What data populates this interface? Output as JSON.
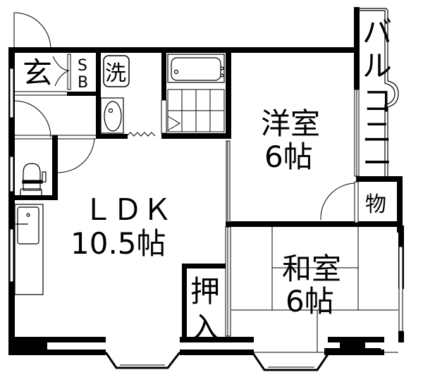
{
  "floor_plan": {
    "rooms": {
      "genkan": {
        "label": "玄"
      },
      "shoe_box": {
        "label_top": "S",
        "label_bottom": "B"
      },
      "washer": {
        "label": "洗"
      },
      "western_room": {
        "name": "洋室",
        "size": "6帖"
      },
      "balcony": {
        "chars": [
          "バ",
          "ル",
          "コ",
          "ニ",
          "ー"
        ]
      },
      "storage": {
        "label": "物"
      },
      "ldk": {
        "name": "ＬＤＫ",
        "size": "10.5帖"
      },
      "closet": {
        "line1": "押",
        "line2": "入"
      },
      "japanese_room": {
        "name": "和室",
        "size": "6帖"
      }
    },
    "colors": {
      "wall": "#000000",
      "background": "#ffffff",
      "line": "#000000"
    }
  }
}
